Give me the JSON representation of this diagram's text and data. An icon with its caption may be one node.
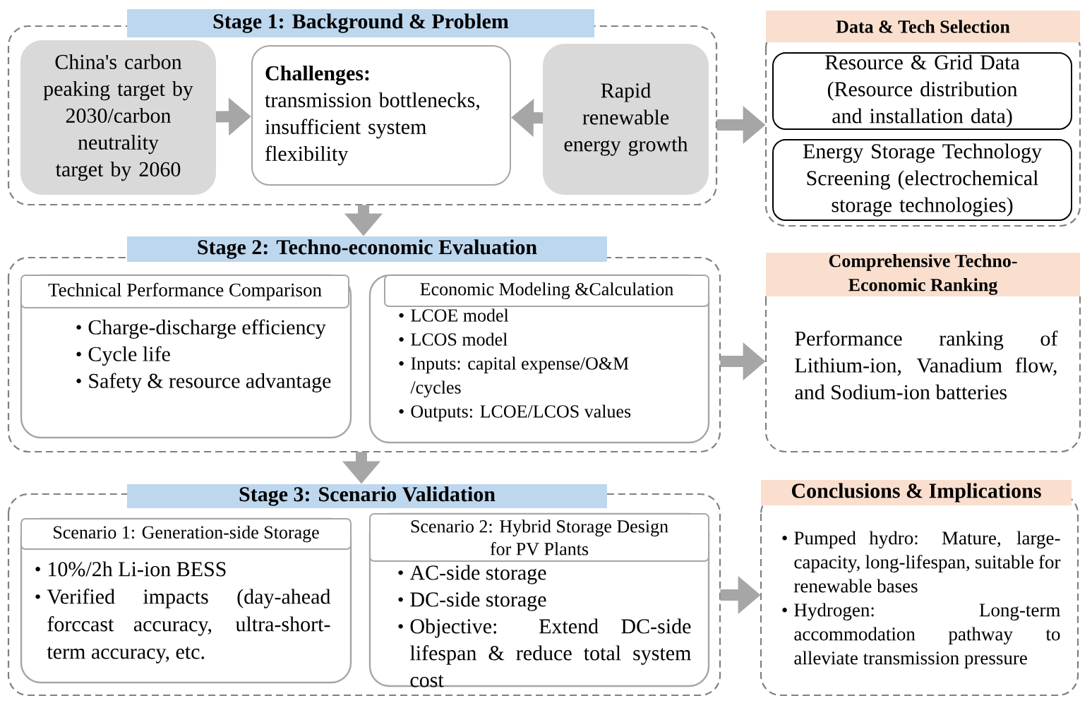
{
  "diagram": {
    "nodes": [
      {
        "text": [
          "Stage 1: Background & Problem"
        ]
      },
      {
        "text": [
          "China's carbon peaking target by 2030/carbon neutrality target by 2060"
        ],
        "in": 0
      },
      {
        "text": [
          "Challenges:",
          "transmission bottlenecks, insufficient system flexibility"
        ],
        "in": 0
      },
      {
        "text": [
          "Rapid renewable energy growth"
        ],
        "in": 0
      },
      {
        "text": [
          "Data & Tech Selection"
        ]
      },
      {
        "text": [
          "Resource & Grid Data (Resource distribution and installation data)"
        ],
        "in": 4
      },
      {
        "text": [
          "Energy Storage Technology Screening (electrochemical storage technologies)"
        ],
        "in": 4
      },
      {
        "text": [
          "Stage 2: Techno-economic Evaluation"
        ]
      },
      {
        "text": [
          "Technical Performance Comparison",
          "Charge-discharge efficiency",
          "Cycle life",
          "Safety & resource advantage"
        ],
        "in": 7
      },
      {
        "text": [
          "Economic Modeling &Calculation",
          "LCOE model",
          "LCOS model",
          "Inputs: capital expense/O&M /cycles",
          "Outputs: LCOE/LCOS values"
        ],
        "in": 7
      },
      {
        "text": [
          "Comprehensive Techno-Economic Ranking",
          "Performance ranking of Lithium-ion, Vanadium flow, and Sodium-ion batteries"
        ]
      },
      {
        "text": [
          "Stage 3: Scenario Validation"
        ]
      },
      {
        "text": [
          "Scenario 1: Generation-side Storage",
          "10%/2h Li-ion BESS",
          "Verified impacts (day-ahead forccast accuracy, ultra-short-term accuracy, etc."
        ],
        "in": 11
      },
      {
        "text": [
          "Scenario 2: Hybrid Storage Design for PV Plants",
          "AC-side storage",
          "DC-side storage",
          "Objective: Extend DC-side lifespan & reduce total system cost"
        ],
        "in": 11
      },
      {
        "text": [
          "Conclusions & Implications",
          "Pumped hydro: Mature, large-capacity, long-lifespan, suitable for renewable bases",
          "Hydrogen: Long-term accommodation pathway to alleviate transmission pressure"
        ]
      }
    ],
    "edges": [
      {
        "from": 1,
        "to": 2,
        "arrow": "to"
      },
      {
        "from": 3,
        "to": 2,
        "arrow": "to"
      },
      {
        "from": 0,
        "to": 4,
        "arrow": "to"
      },
      {
        "from": 0,
        "to": 7,
        "arrow": "to"
      },
      {
        "from": 7,
        "to": 10,
        "arrow": "to"
      },
      {
        "from": 7,
        "to": 11,
        "arrow": "to"
      },
      {
        "from": 11,
        "to": 14,
        "arrow": "to"
      }
    ]
  }
}
